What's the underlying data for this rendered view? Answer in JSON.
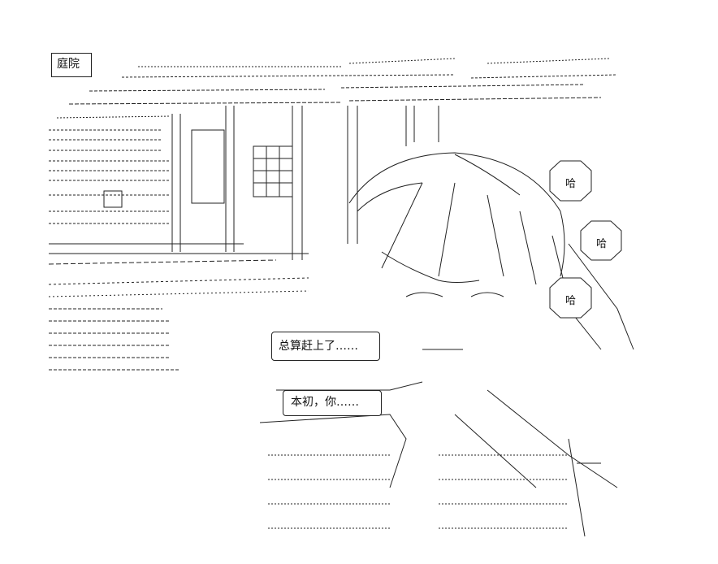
{
  "scene_label": "庭院",
  "speech": {
    "line1": "总算赶上了……",
    "line2": "本初，你……"
  },
  "sfx": {
    "ha1": "哈",
    "ha2": "哈",
    "ha3": "哈"
  },
  "palette": {
    "ink": "#1a1a1a",
    "paper": "#ffffff"
  }
}
